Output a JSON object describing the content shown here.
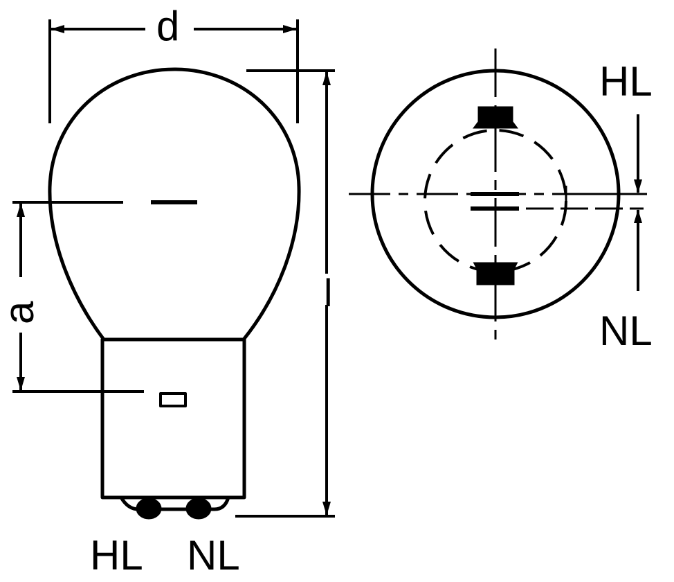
{
  "labels": {
    "d": "d",
    "a": "a",
    "l": "l",
    "hl_right": "HL",
    "nl_right": "NL",
    "hl_bottom": "HL",
    "nl_bottom": "NL"
  },
  "colors": {
    "stroke": "#000000",
    "background": "#ffffff"
  }
}
